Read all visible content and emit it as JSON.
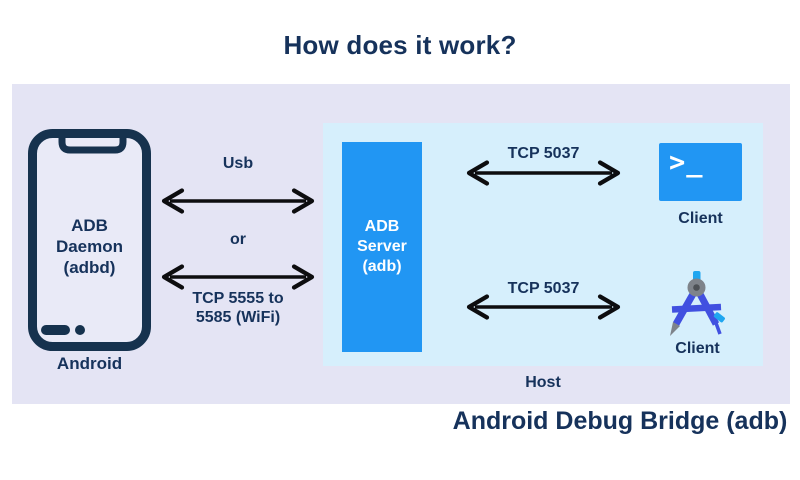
{
  "page": {
    "title": "How does it work?",
    "footer_title": "Android Debug Bridge (adb)"
  },
  "colors": {
    "page_bg": "#ffffff",
    "outer_bg": "#E4E4F4",
    "inner_bg": "#D6EFFC",
    "blue": "#2196F3",
    "navy": "#16325B",
    "dark": "#16324E",
    "screen": "#E9EAF7",
    "arrow": "#0D0D0F",
    "studio_leg": "#4150E0",
    "studio_cyan": "#1FA6F0",
    "studio_gray": "#7E838A"
  },
  "phone": {
    "line1": "ADB Daemon",
    "line2": "(adbd)",
    "caption": "Android"
  },
  "left_links": {
    "usb_label": "Usb",
    "or_label": "or",
    "tcp_line1": "TCP 5555 to",
    "tcp_line2": "5585 (WiFi)"
  },
  "server": {
    "line1": "ADB",
    "line2": "Server",
    "line3": "(adb)"
  },
  "host": {
    "caption": "Host"
  },
  "clients": {
    "terminal": {
      "glyph": ">_",
      "label": "Client",
      "port": "TCP 5037"
    },
    "studio": {
      "label": "Client",
      "port": "TCP 5037"
    }
  }
}
